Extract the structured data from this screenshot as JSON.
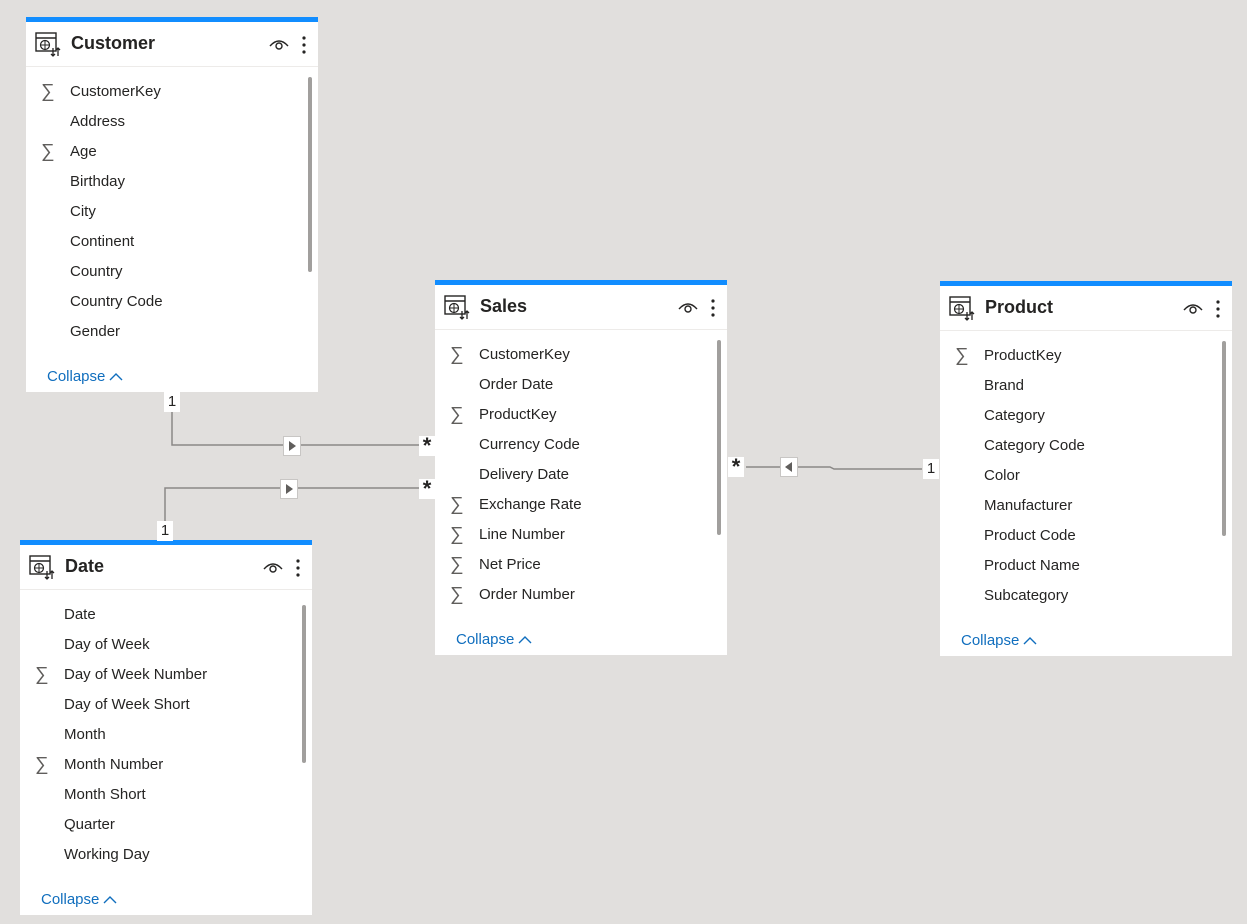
{
  "tables": {
    "customer": {
      "title": "Customer",
      "fields": [
        {
          "label": "CustomerKey",
          "sigma": true
        },
        {
          "label": "Address",
          "sigma": false
        },
        {
          "label": "Age",
          "sigma": true
        },
        {
          "label": "Birthday",
          "sigma": false
        },
        {
          "label": "City",
          "sigma": false
        },
        {
          "label": "Continent",
          "sigma": false
        },
        {
          "label": "Country",
          "sigma": false
        },
        {
          "label": "Country Code",
          "sigma": false
        },
        {
          "label": "Gender",
          "sigma": false
        }
      ],
      "collapse_label": "Collapse"
    },
    "sales": {
      "title": "Sales",
      "fields": [
        {
          "label": "CustomerKey",
          "sigma": true
        },
        {
          "label": "Order Date",
          "sigma": false
        },
        {
          "label": "ProductKey",
          "sigma": true
        },
        {
          "label": "Currency Code",
          "sigma": false
        },
        {
          "label": "Delivery Date",
          "sigma": false
        },
        {
          "label": "Exchange Rate",
          "sigma": true
        },
        {
          "label": "Line Number",
          "sigma": true
        },
        {
          "label": "Net Price",
          "sigma": true
        },
        {
          "label": "Order Number",
          "sigma": true
        }
      ],
      "collapse_label": "Collapse"
    },
    "product": {
      "title": "Product",
      "fields": [
        {
          "label": "ProductKey",
          "sigma": true
        },
        {
          "label": "Brand",
          "sigma": false
        },
        {
          "label": "Category",
          "sigma": false
        },
        {
          "label": "Category Code",
          "sigma": false
        },
        {
          "label": "Color",
          "sigma": false
        },
        {
          "label": "Manufacturer",
          "sigma": false
        },
        {
          "label": "Product Code",
          "sigma": false
        },
        {
          "label": "Product Name",
          "sigma": false
        },
        {
          "label": "Subcategory",
          "sigma": false
        }
      ],
      "collapse_label": "Collapse"
    },
    "date": {
      "title": "Date",
      "fields": [
        {
          "label": "Date",
          "sigma": false
        },
        {
          "label": "Day of Week",
          "sigma": false
        },
        {
          "label": "Day of Week Number",
          "sigma": true
        },
        {
          "label": "Day of Week Short",
          "sigma": false
        },
        {
          "label": "Month",
          "sigma": false
        },
        {
          "label": "Month Number",
          "sigma": true
        },
        {
          "label": "Month Short",
          "sigma": false
        },
        {
          "label": "Quarter",
          "sigma": false
        },
        {
          "label": "Working Day",
          "sigma": false
        }
      ],
      "collapse_label": "Collapse"
    }
  },
  "relationships": {
    "customer_sales": {
      "one": "1",
      "many": "*"
    },
    "date_sales": {
      "one": "1",
      "many": "*"
    },
    "product_sales": {
      "one": "1",
      "many": "*"
    }
  },
  "icons": {
    "table": "table-icon",
    "eye": "eye-icon",
    "more": "more-options-icon",
    "sigma_glyph": "∑",
    "sigma": "sigma-icon",
    "chevron": "chevron-up-icon",
    "arrow": "filter-direction-arrow-icon"
  },
  "colors": {
    "canvas": "#e1dfdd",
    "accent": "#118dff",
    "link": "#106ebe"
  }
}
